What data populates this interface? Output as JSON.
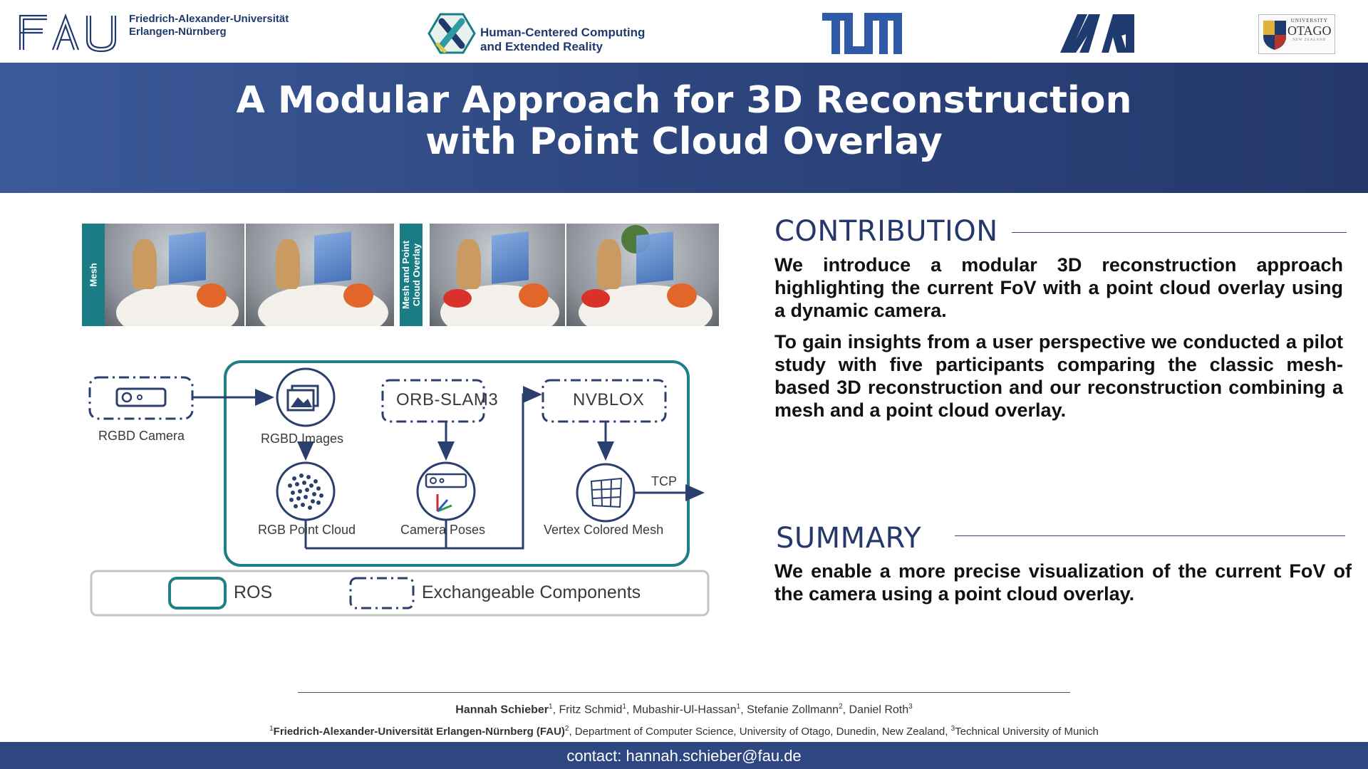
{
  "logos": {
    "fau_mark": "FAU",
    "fau_line1": "Friedrich-Alexander-Universität",
    "fau_line2": "Erlangen-Nürnberg",
    "hcx_line1": "Human-Centered Computing",
    "hcx_line2": "and Extended Reality",
    "tum_mark": "TUM",
    "mri_mark": "MRI",
    "otago_university": "UNIVERSITY",
    "otago_name": "OTAGO",
    "otago_country": "NEW ZEALAND"
  },
  "title": {
    "line1": "A Modular Approach for 3D Reconstruction",
    "line2": "with Point Cloud Overlay"
  },
  "strip": {
    "label_a": "Mesh",
    "label_b_line1": "Mesh and Point",
    "label_b_line2": "Cloud Overlay"
  },
  "diagram": {
    "rgbd_camera": "RGBD Camera",
    "rgbd_images": "RGBD Images",
    "orb_slam3": "ORB-SLAM3",
    "nvblox": "NVBLOX",
    "tcp": "TCP",
    "rgb_point_cloud": "RGB Point Cloud",
    "camera_poses": "Camera Poses",
    "vertex_colored_mesh": "Vertex Colored Mesh",
    "legend_ros": "ROS",
    "legend_exchangeable": "Exchangeable Components",
    "colors": {
      "ros": "#1f7f86",
      "line": "#2b3f6e",
      "dashed": "#2b3f6e"
    }
  },
  "contribution": {
    "heading": "CONTRIBUTION",
    "para1": "We introduce a modular 3D reconstruction approach highlighting the current FoV with a point cloud overlay using a dynamic camera.",
    "para2": "To gain insights from a user perspective we conducted a pilot study with five participants comparing the classic mesh-based 3D reconstruction and our reconstruction combining a mesh and a point cloud overlay."
  },
  "summary": {
    "heading": "SUMMARY",
    "para": "We enable a more precise visualization of the current FoV of the camera using a point cloud overlay."
  },
  "footer": {
    "author1": "Hannah Schieber",
    "author1_sup": "1",
    "author2": ", Fritz Schmid",
    "author2_sup": "1",
    "author3": ", Mubashir-Ul-Hassan",
    "author3_sup": "1",
    "author4": ", Stefanie Zollmann",
    "author4_sup": "2",
    "author5": ", Daniel Roth",
    "author5_sup": "3",
    "affil1_sup": "1",
    "affil1": "Friedrich-Alexander-Universität Erlangen-Nürnberg (FAU)",
    "affil2_sup": "2",
    "affil2": ", Department of Computer Science, University of Otago, Dunedin, New Zealand, ",
    "affil3_sup": "3",
    "affil3": "Technical University of Munich",
    "contact": "contact: hannah.schieber@fau.de"
  },
  "theme": {
    "banner": "#2e4780",
    "accent": "#1a7d86",
    "heading": "#26386b"
  }
}
